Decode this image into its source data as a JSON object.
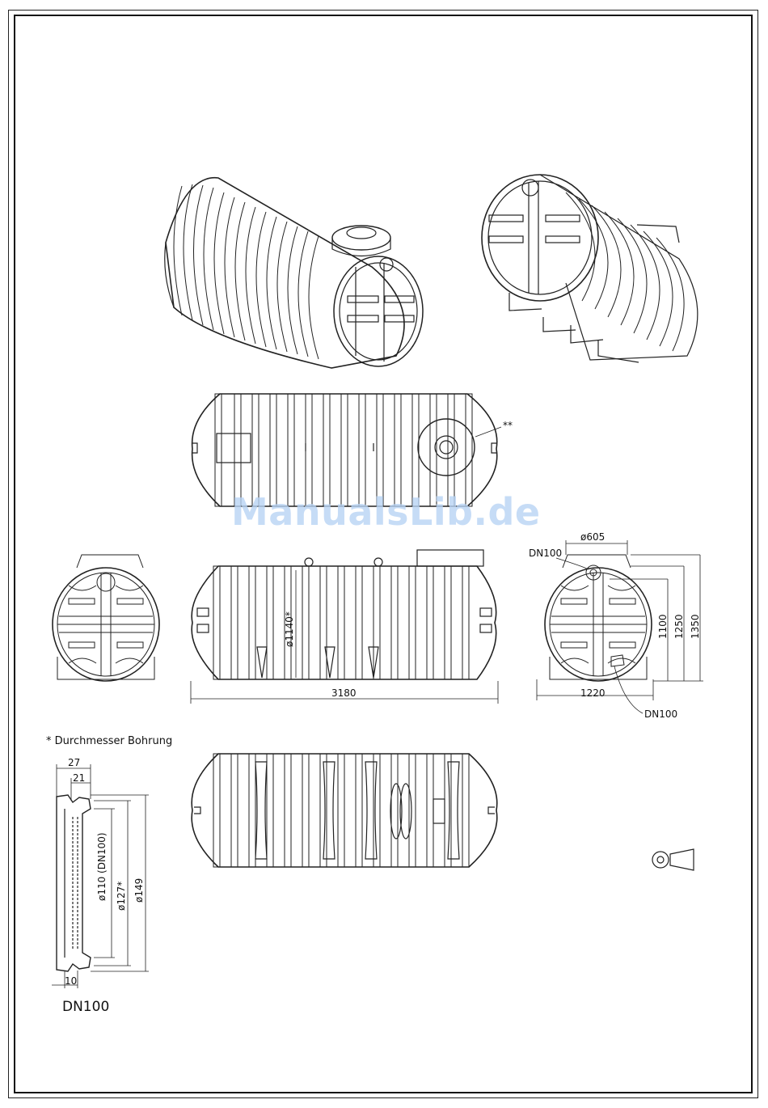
{
  "annotations": {
    "double_asterisk": "**",
    "diameter_1140": "ø1140*",
    "length_3180": "3180",
    "diameter_605": "ø605",
    "dn100_top": "DN100",
    "dn100_bottom": "DN100",
    "height_1100": "1100",
    "height_1250": "1250",
    "height_1350": "1350",
    "width_1220": "1220",
    "footnote": "* Durchmesser Bohrung",
    "dim_27": "27",
    "dim_21": "21",
    "dim_10": "10",
    "d110": "ø110 (DN100)",
    "d127": "ø127*",
    "d149": "ø149",
    "detail_title": "DN100"
  },
  "watermark": "ManualsLib.de",
  "colors": {
    "line": "#222222",
    "watermark": "#b9d4f5"
  }
}
